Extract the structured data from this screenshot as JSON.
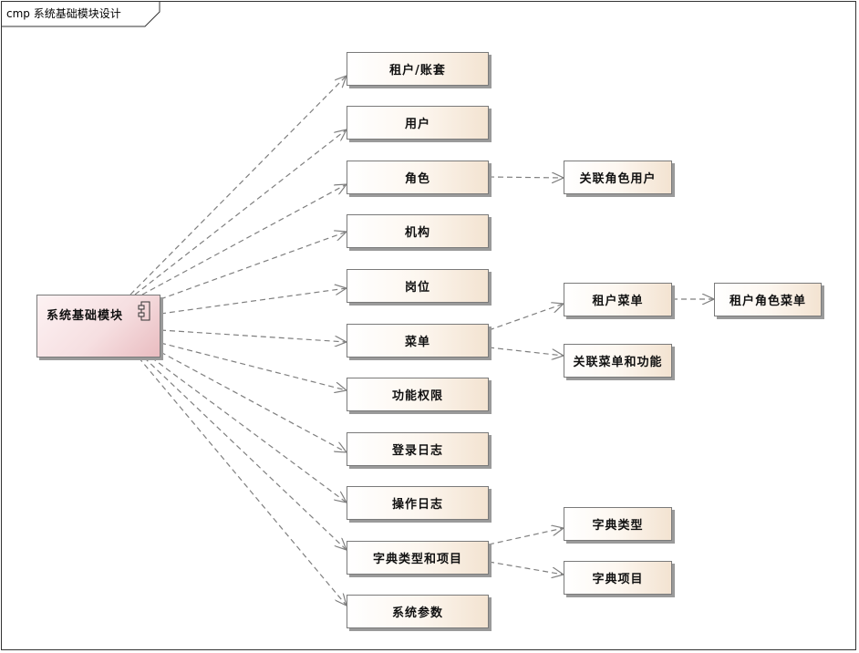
{
  "diagram": {
    "title": "cmp 系统基础模块设计",
    "component": {
      "label": "系统基础模块",
      "icon": "uml-component-icon"
    },
    "modules": [
      {
        "id": "m1",
        "label": "租户/账套"
      },
      {
        "id": "m2",
        "label": "用户"
      },
      {
        "id": "m3",
        "label": "角色"
      },
      {
        "id": "m4",
        "label": "机构"
      },
      {
        "id": "m5",
        "label": "岗位"
      },
      {
        "id": "m6",
        "label": "菜单"
      },
      {
        "id": "m7",
        "label": "功能权限"
      },
      {
        "id": "m8",
        "label": "登录日志"
      },
      {
        "id": "m9",
        "label": "操作日志"
      },
      {
        "id": "m10",
        "label": "字典类型和项目"
      },
      {
        "id": "m11",
        "label": "系统参数"
      }
    ],
    "sub_modules": [
      {
        "id": "s1",
        "label": "关联角色用户",
        "parent": "m3"
      },
      {
        "id": "s2",
        "label": "租户菜单",
        "parent": "m6"
      },
      {
        "id": "s3",
        "label": "关联菜单和功能",
        "parent": "m6"
      },
      {
        "id": "s4",
        "label": "租户角色菜单",
        "parent": "s2"
      },
      {
        "id": "s5",
        "label": "字典类型",
        "parent": "m10"
      },
      {
        "id": "s6",
        "label": "字典项目",
        "parent": "m10"
      }
    ],
    "colors": {
      "border": "#333333",
      "edge": "#7f7f7f",
      "node_fill_end": "#f3e3d1",
      "component_fill_end": "#e9bcc0"
    }
  }
}
